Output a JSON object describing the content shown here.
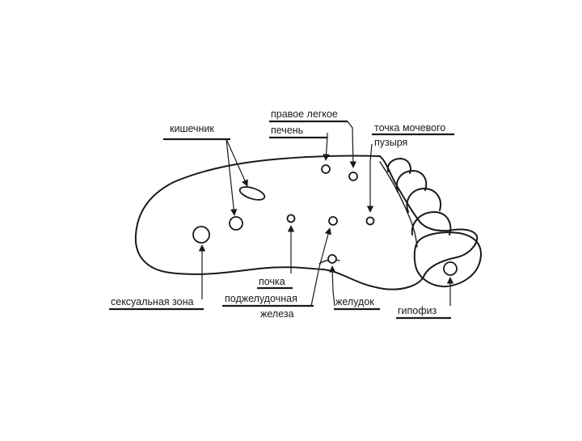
{
  "diagram": {
    "labels": {
      "intestine": "кишечник",
      "right_lung": "правое легкое",
      "liver": "печень",
      "bladder_line1": "точка мочевого",
      "bladder_line2": "пузыря",
      "kidney": "почка",
      "sexual_zone": "сексуальная зона",
      "pancreas_line1": "поджелудочная",
      "pancreas_line2": "железа",
      "stomach": "желудок",
      "pituitary": "гипофиз"
    }
  }
}
